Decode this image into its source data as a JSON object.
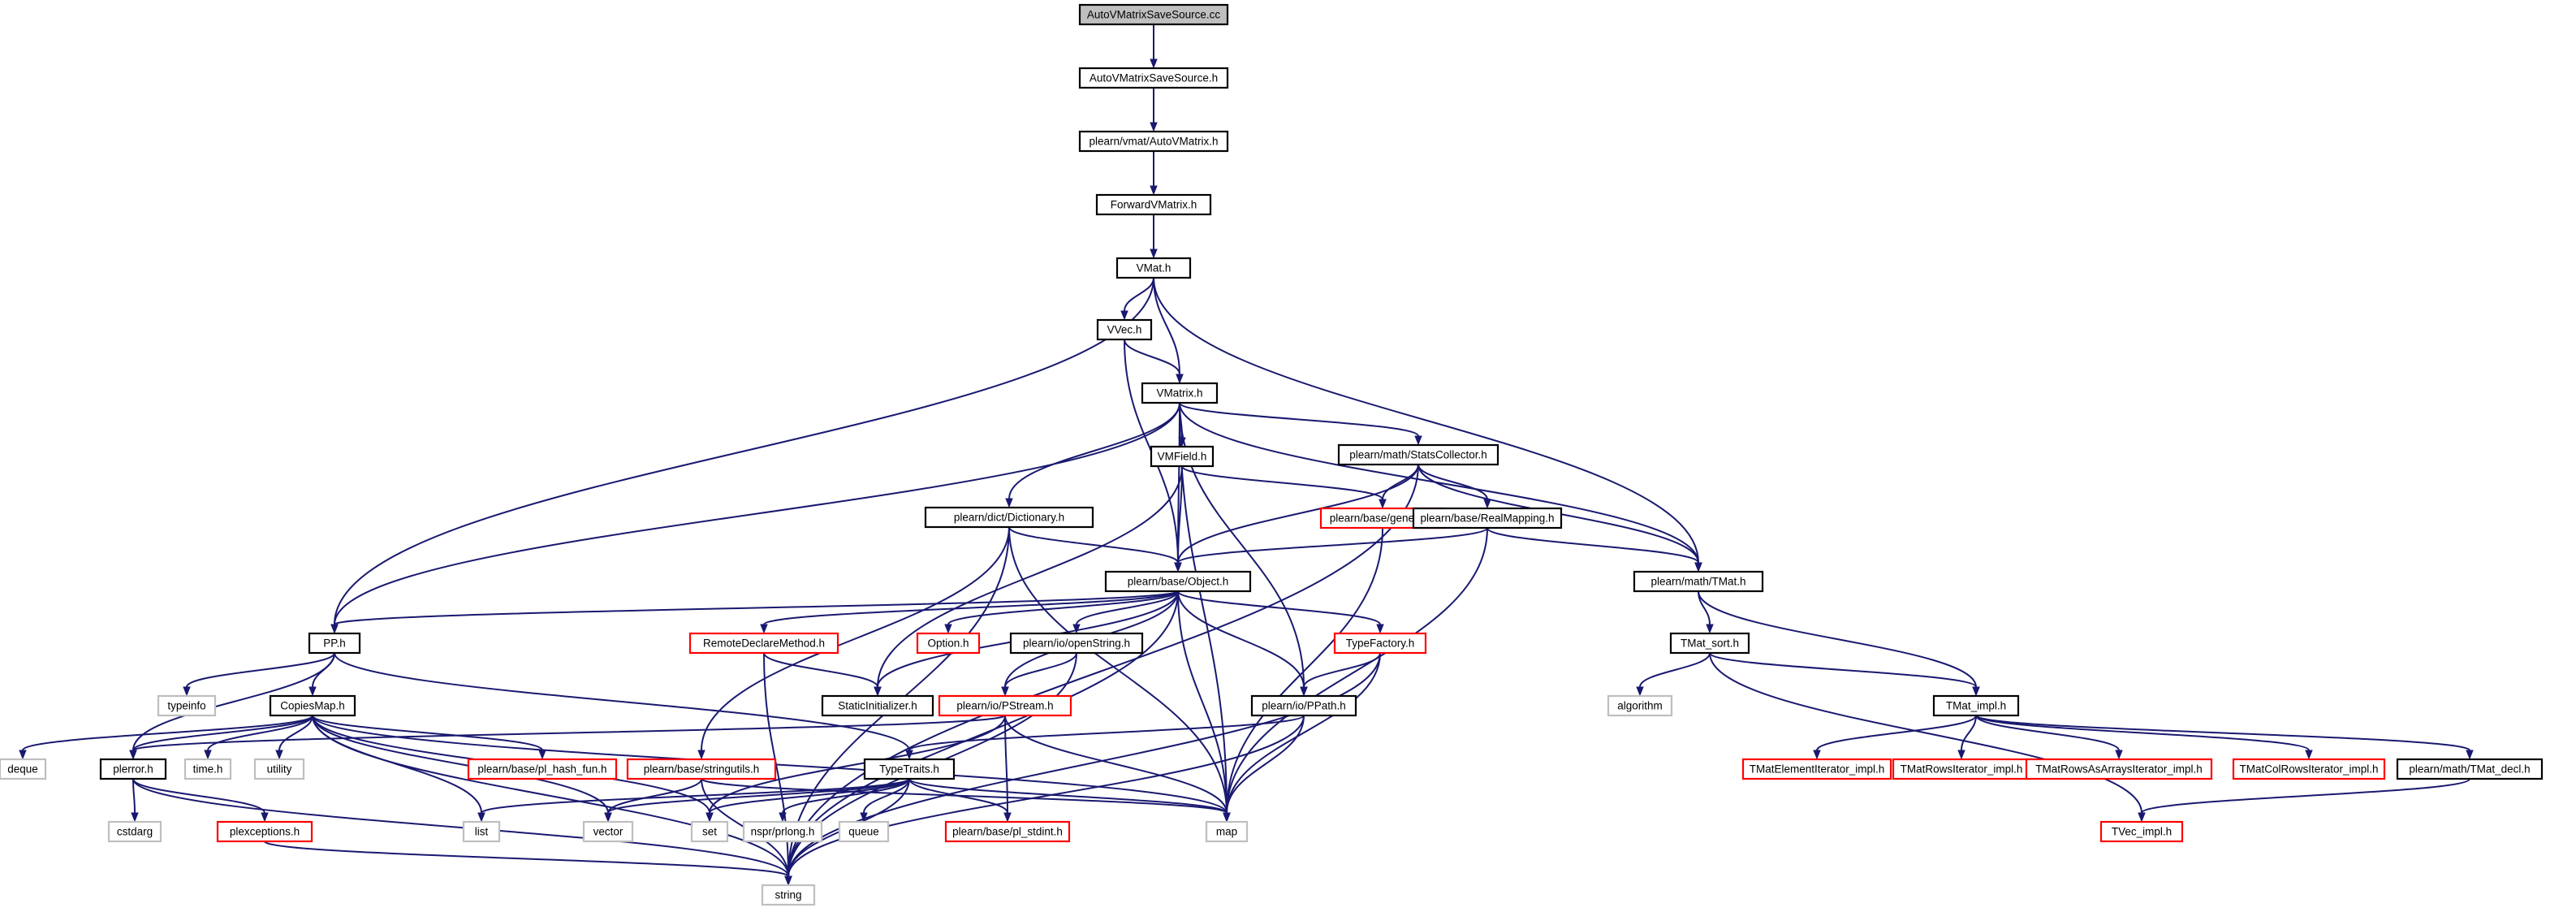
{
  "diagram": {
    "type": "include-dependency-graph",
    "colors": {
      "edge": "#191970",
      "root_fill": "#bfbfbf",
      "documented_border": "#000000",
      "truncated_border": "#ff0000",
      "external_border": "#bfbfbf"
    },
    "nodes": [
      {
        "id": "src",
        "label": "AutoVMatrixSaveSource.cc",
        "kind": "root"
      },
      {
        "id": "hdr",
        "label": "AutoVMatrixSaveSource.h",
        "kind": "documented"
      },
      {
        "id": "avm",
        "label": "plearn/vmat/AutoVMatrix.h",
        "kind": "documented"
      },
      {
        "id": "fwd",
        "label": "ForwardVMatrix.h",
        "kind": "documented"
      },
      {
        "id": "vmat",
        "label": "VMat.h",
        "kind": "documented"
      },
      {
        "id": "vvec",
        "label": "VVec.h",
        "kind": "documented"
      },
      {
        "id": "vmatrix",
        "label": "VMatrix.h",
        "kind": "documented"
      },
      {
        "id": "vmfield",
        "label": "VMField.h",
        "kind": "documented"
      },
      {
        "id": "stats",
        "label": "plearn/math/StatsCollector.h",
        "kind": "documented"
      },
      {
        "id": "dict",
        "label": "plearn/dict/Dictionary.h",
        "kind": "documented"
      },
      {
        "id": "general",
        "label": "plearn/base/general.h",
        "kind": "truncated"
      },
      {
        "id": "realmap",
        "label": "plearn/base/RealMapping.h",
        "kind": "documented"
      },
      {
        "id": "object",
        "label": "plearn/base/Object.h",
        "kind": "documented"
      },
      {
        "id": "tmat",
        "label": "plearn/math/TMat.h",
        "kind": "documented"
      },
      {
        "id": "pp",
        "label": "PP.h",
        "kind": "documented"
      },
      {
        "id": "remote",
        "label": "RemoteDeclareMethod.h",
        "kind": "truncated"
      },
      {
        "id": "option",
        "label": "Option.h",
        "kind": "truncated"
      },
      {
        "id": "openstr",
        "label": "plearn/io/openString.h",
        "kind": "documented"
      },
      {
        "id": "typefac",
        "label": "TypeFactory.h",
        "kind": "truncated"
      },
      {
        "id": "tmatsort",
        "label": "TMat_sort.h",
        "kind": "documented"
      },
      {
        "id": "typeinfo",
        "label": "typeinfo",
        "kind": "external"
      },
      {
        "id": "copies",
        "label": "CopiesMap.h",
        "kind": "documented"
      },
      {
        "id": "staticinit",
        "label": "StaticInitializer.h",
        "kind": "documented"
      },
      {
        "id": "pstream",
        "label": "plearn/io/PStream.h",
        "kind": "truncated"
      },
      {
        "id": "ppath",
        "label": "plearn/io/PPath.h",
        "kind": "documented"
      },
      {
        "id": "algorithm",
        "label": "algorithm",
        "kind": "external"
      },
      {
        "id": "tmatimpl",
        "label": "TMat_impl.h",
        "kind": "documented"
      },
      {
        "id": "deque",
        "label": "deque",
        "kind": "external"
      },
      {
        "id": "plerror",
        "label": "plerror.h",
        "kind": "documented"
      },
      {
        "id": "timeh",
        "label": "time.h",
        "kind": "external"
      },
      {
        "id": "utility",
        "label": "utility",
        "kind": "external"
      },
      {
        "id": "hashfun",
        "label": "plearn/base/pl_hash_fun.h",
        "kind": "truncated"
      },
      {
        "id": "strutils",
        "label": "plearn/base/stringutils.h",
        "kind": "truncated"
      },
      {
        "id": "typetraits",
        "label": "TypeTraits.h",
        "kind": "documented"
      },
      {
        "id": "elemit",
        "label": "TMatElementIterator_impl.h",
        "kind": "truncated"
      },
      {
        "id": "rowsit",
        "label": "TMatRowsIterator_impl.h",
        "kind": "truncated"
      },
      {
        "id": "rowsarr",
        "label": "TMatRowsAsArraysIterator_impl.h",
        "kind": "truncated"
      },
      {
        "id": "colrows",
        "label": "TMatColRowsIterator_impl.h",
        "kind": "truncated"
      },
      {
        "id": "tmatdecl",
        "label": "plearn/math/TMat_decl.h",
        "kind": "documented"
      },
      {
        "id": "cstdarg",
        "label": "cstdarg",
        "kind": "external"
      },
      {
        "id": "plexc",
        "label": "plexceptions.h",
        "kind": "truncated"
      },
      {
        "id": "list",
        "label": "list",
        "kind": "external"
      },
      {
        "id": "vector",
        "label": "vector",
        "kind": "external"
      },
      {
        "id": "set",
        "label": "set",
        "kind": "external"
      },
      {
        "id": "nspr",
        "label": "nspr/prlong.h",
        "kind": "external"
      },
      {
        "id": "queue",
        "label": "queue",
        "kind": "external"
      },
      {
        "id": "map",
        "label": "map",
        "kind": "external"
      },
      {
        "id": "stdint",
        "label": "plearn/base/pl_stdint.h",
        "kind": "truncated"
      },
      {
        "id": "tvecimpl",
        "label": "TVec_impl.h",
        "kind": "truncated"
      },
      {
        "id": "string",
        "label": "string",
        "kind": "external"
      }
    ],
    "edges": [
      [
        "src",
        "hdr"
      ],
      [
        "hdr",
        "avm"
      ],
      [
        "avm",
        "fwd"
      ],
      [
        "fwd",
        "vmat"
      ],
      [
        "vmat",
        "vvec"
      ],
      [
        "vmat",
        "vmatrix"
      ],
      [
        "vmat",
        "pp"
      ],
      [
        "vmat",
        "tmat"
      ],
      [
        "vvec",
        "vmatrix"
      ],
      [
        "vvec",
        "object"
      ],
      [
        "vmatrix",
        "vmfield"
      ],
      [
        "vmatrix",
        "stats"
      ],
      [
        "vmatrix",
        "dict"
      ],
      [
        "vmatrix",
        "object"
      ],
      [
        "vmatrix",
        "pp"
      ],
      [
        "vmatrix",
        "tmat"
      ],
      [
        "vmatrix",
        "map"
      ],
      [
        "vmatrix",
        "ppath"
      ],
      [
        "vmfield",
        "general"
      ],
      [
        "vmfield",
        "object"
      ],
      [
        "vmfield",
        "staticinit"
      ],
      [
        "stats",
        "general"
      ],
      [
        "stats",
        "realmap"
      ],
      [
        "stats",
        "object"
      ],
      [
        "stats",
        "tmat"
      ],
      [
        "stats",
        "string"
      ],
      [
        "dict",
        "object"
      ],
      [
        "dict",
        "strutils"
      ],
      [
        "dict",
        "map"
      ],
      [
        "dict",
        "string"
      ],
      [
        "general",
        "map"
      ],
      [
        "realmap",
        "object"
      ],
      [
        "realmap",
        "tmat"
      ],
      [
        "realmap",
        "map"
      ],
      [
        "object",
        "pp"
      ],
      [
        "object",
        "remote"
      ],
      [
        "object",
        "option"
      ],
      [
        "object",
        "openstr"
      ],
      [
        "object",
        "typefac"
      ],
      [
        "object",
        "staticinit"
      ],
      [
        "object",
        "pstream"
      ],
      [
        "object",
        "ppath"
      ],
      [
        "object",
        "map"
      ],
      [
        "object",
        "string"
      ],
      [
        "tmat",
        "tmatsort"
      ],
      [
        "tmat",
        "tmatimpl"
      ],
      [
        "pp",
        "typeinfo"
      ],
      [
        "pp",
        "copies"
      ],
      [
        "pp",
        "plerror"
      ],
      [
        "pp",
        "typetraits"
      ],
      [
        "remote",
        "staticinit"
      ],
      [
        "remote",
        "string"
      ],
      [
        "openstr",
        "pstream"
      ],
      [
        "openstr",
        "string"
      ],
      [
        "typefac",
        "ppath"
      ],
      [
        "typefac",
        "map"
      ],
      [
        "typefac",
        "string"
      ],
      [
        "tmatsort",
        "algorithm"
      ],
      [
        "tmatsort",
        "tmatimpl"
      ],
      [
        "tmatsort",
        "tvecimpl"
      ],
      [
        "copies",
        "deque"
      ],
      [
        "copies",
        "plerror"
      ],
      [
        "copies",
        "timeh"
      ],
      [
        "copies",
        "utility"
      ],
      [
        "copies",
        "hashfun"
      ],
      [
        "copies",
        "list"
      ],
      [
        "copies",
        "vector"
      ],
      [
        "copies",
        "set"
      ],
      [
        "copies",
        "map"
      ],
      [
        "copies",
        "string"
      ],
      [
        "pstream",
        "plerror"
      ],
      [
        "pstream",
        "set"
      ],
      [
        "pstream",
        "stdint"
      ],
      [
        "pstream",
        "map"
      ],
      [
        "ppath",
        "typetraits"
      ],
      [
        "ppath",
        "map"
      ],
      [
        "ppath",
        "string"
      ],
      [
        "tmatimpl",
        "elemit"
      ],
      [
        "tmatimpl",
        "rowsit"
      ],
      [
        "tmatimpl",
        "rowsarr"
      ],
      [
        "tmatimpl",
        "colrows"
      ],
      [
        "tmatimpl",
        "tmatdecl"
      ],
      [
        "plerror",
        "cstdarg"
      ],
      [
        "plerror",
        "plexc"
      ],
      [
        "plerror",
        "string"
      ],
      [
        "strutils",
        "vector"
      ],
      [
        "strutils",
        "map"
      ],
      [
        "strutils",
        "string"
      ],
      [
        "typetraits",
        "list"
      ],
      [
        "typetraits",
        "vector"
      ],
      [
        "typetraits",
        "set"
      ],
      [
        "typetraits",
        "nspr"
      ],
      [
        "typetraits",
        "queue"
      ],
      [
        "typetraits",
        "map"
      ],
      [
        "typetraits",
        "stdint"
      ],
      [
        "typetraits",
        "string"
      ],
      [
        "tmatdecl",
        "tvecimpl"
      ],
      [
        "plexc",
        "string"
      ]
    ]
  }
}
